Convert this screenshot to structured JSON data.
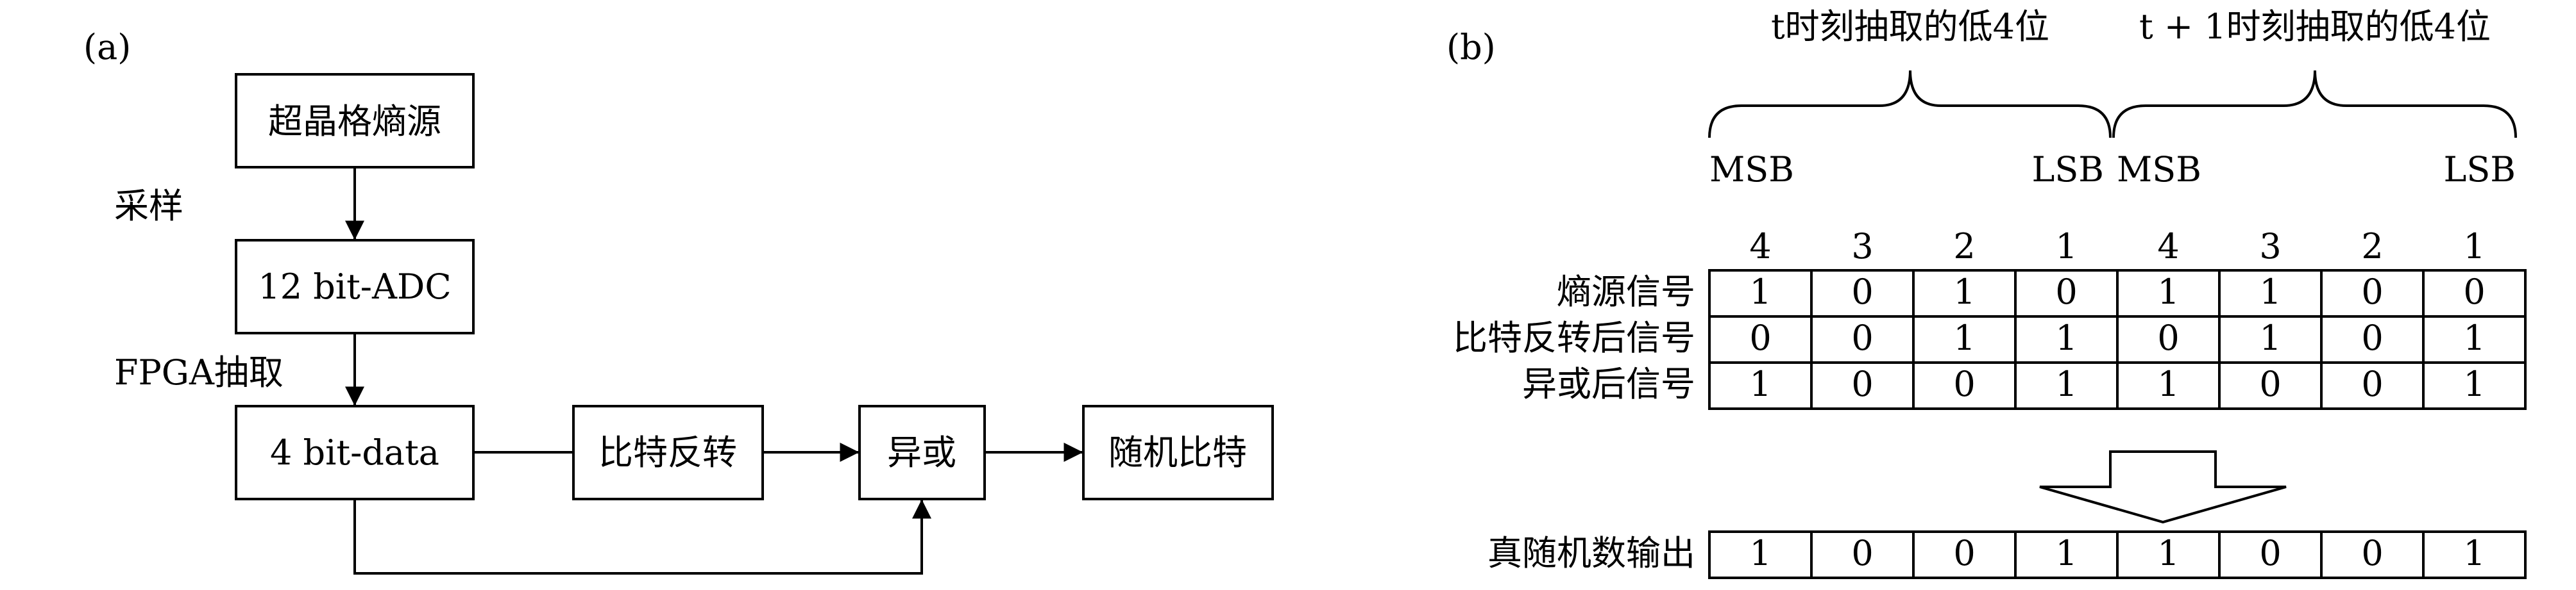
{
  "panel_a": {
    "label": "(a)",
    "entropy_source": "超晶格熵源",
    "sampling": "采样",
    "adc": "12 bit-ADC",
    "fpga_extract": "FPGA抽取",
    "data4": "4 bit-data",
    "bit_flip": "比特反转",
    "xor": "异或",
    "random_bits": "随机比特"
  },
  "panel_b": {
    "label": "(b)",
    "group_t": "t时刻抽取的低4位",
    "group_t1": "t + 1时刻抽取的低4位",
    "msb": "MSB",
    "lsb": "LSB",
    "bit_indices": [
      "4",
      "3",
      "2",
      "1",
      "4",
      "3",
      "2",
      "1"
    ],
    "rows": [
      {
        "label": "熵源信号",
        "bits": [
          "1",
          "0",
          "1",
          "0",
          "1",
          "1",
          "0",
          "0"
        ]
      },
      {
        "label": "比特反转后信号",
        "bits": [
          "0",
          "0",
          "1",
          "1",
          "0",
          "1",
          "0",
          "1"
        ]
      },
      {
        "label": "异或后信号",
        "bits": [
          "1",
          "0",
          "0",
          "1",
          "1",
          "0",
          "0",
          "1"
        ]
      }
    ],
    "output": {
      "label": "真随机数输出",
      "bits": [
        "1",
        "0",
        "0",
        "1",
        "1",
        "0",
        "0",
        "1"
      ]
    }
  }
}
